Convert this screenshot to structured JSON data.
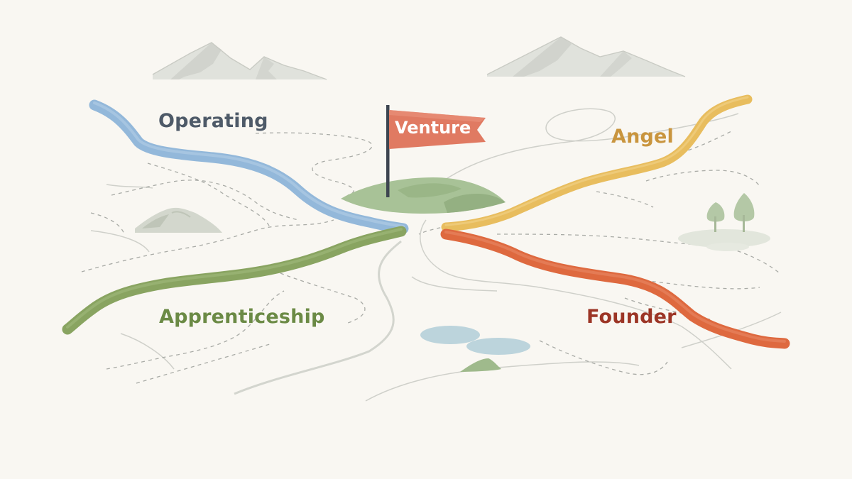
{
  "flag": {
    "label": "Venture",
    "color": "#e07a62"
  },
  "paths": [
    {
      "id": "operating",
      "label": "Operating",
      "label_color": "#4e5a68",
      "stroke_color": "#8fb5d8"
    },
    {
      "id": "angel",
      "label": "Angel",
      "label_color": "#c9953e",
      "stroke_color": "#e8bd5e"
    },
    {
      "id": "apprenticeship",
      "label": "Apprenticeship",
      "label_color": "#6b8a45",
      "stroke_color": "#8aa662"
    },
    {
      "id": "founder",
      "label": "Founder",
      "label_color": "#9c3526",
      "stroke_color": "#df6a40"
    }
  ],
  "scenery": {
    "background": "#f9f7f2",
    "mountain_color": "#dfe1da",
    "hill_color": "#a9c296",
    "lake_color": "#b9d2db",
    "tree_color": "#b5c9a7"
  }
}
